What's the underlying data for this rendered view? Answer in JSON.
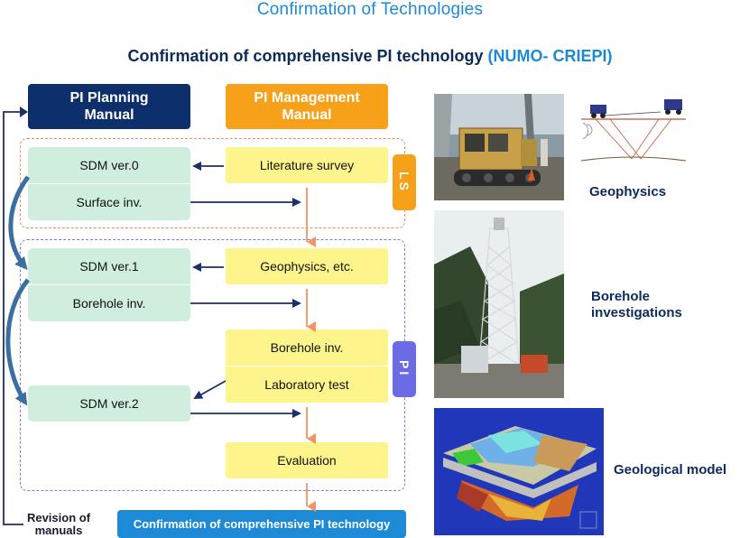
{
  "title": "Confirmation of Technologies",
  "subtitle": {
    "main": "Confirmation of comprehensive PI technology",
    "accent": "(NUMO- CRIEPI)"
  },
  "headers": {
    "planning": "PI Planning\nManual",
    "management": "PI Management\nManual"
  },
  "tags": {
    "ls": "LS",
    "pi": "PI"
  },
  "planning_boxes": {
    "ls": [
      "SDM ver.0",
      "Surface inv."
    ],
    "pi1": [
      "SDM ver.1",
      "Borehole inv."
    ],
    "pi2": [
      "SDM ver.2"
    ]
  },
  "management_boxes": {
    "literature": "Literature survey",
    "geophysics": "Geophysics, etc.",
    "borehole_lab": [
      "Borehole inv.",
      "Laboratory test"
    ],
    "evaluation": "Evaluation"
  },
  "bottom": {
    "revision": "Revision of\nmanuals",
    "confirmation": "Confirmation of comprehensive PI technology"
  },
  "photos": {
    "geophysics_caption": "Geophysics",
    "borehole_caption": "Borehole\ninvestigations",
    "geomodel_caption": "Geological model"
  },
  "colors": {
    "navy": "#0d2f6b",
    "orange": "#f7a11a",
    "accent_blue": "#1e8ad6",
    "green_box": "#cfeedd",
    "yellow_box": "#fdf58c",
    "ls_dash": "#f08a4b",
    "pi_dash": "#7a7ae6",
    "curve_blue": "#3b6fa0"
  }
}
